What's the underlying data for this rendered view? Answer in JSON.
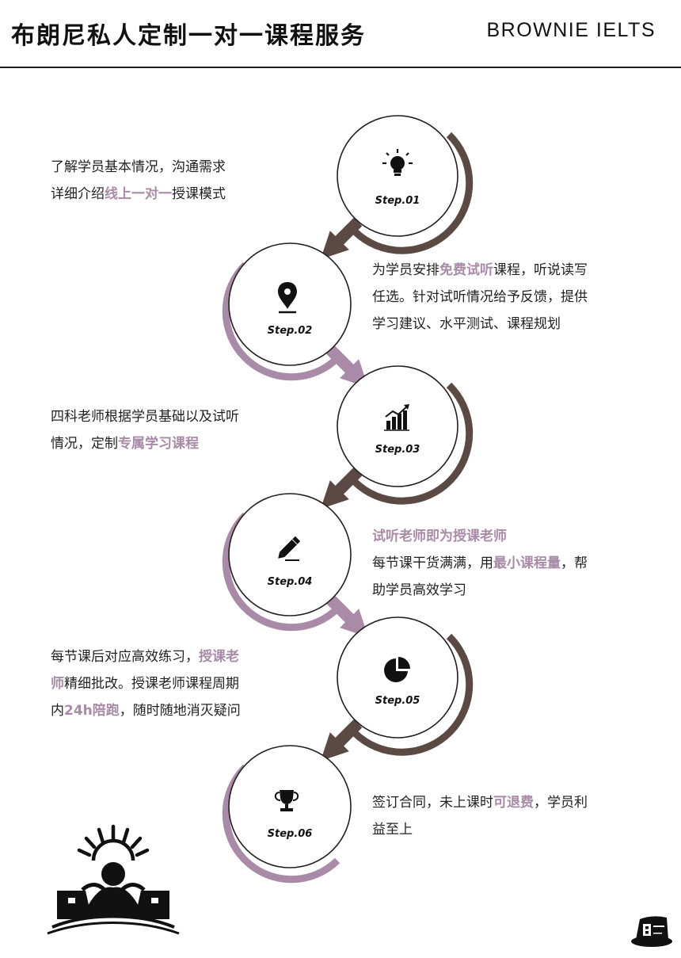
{
  "header": {
    "title": "布朗尼私人定制一对一课程服务",
    "brand": "BROWNIE IELTS"
  },
  "colors": {
    "brown": "#5b4a44",
    "purple": "#a98ba8",
    "text": "#231f20",
    "highlight": "#a98ba8"
  },
  "steps": [
    {
      "label": "Step.01",
      "icon": "lightbulb-icon",
      "text": {
        "line1": "了解学员基本情况，沟通需求",
        "line2_pre": "详细介绍",
        "line2_hl": "线上一对一",
        "line2_post": "授课模式"
      }
    },
    {
      "label": "Step.02",
      "icon": "location-pin-icon",
      "text": {
        "line1_pre": "为学员安排",
        "line1_hl": "免费试听",
        "line1_post": "课程，听说读写",
        "line2": "任选。针对试听情况给予反馈，提供",
        "line3": "学习建议、水平测试、课程规划"
      }
    },
    {
      "label": "Step.03",
      "icon": "growth-chart-icon",
      "text": {
        "line1": "四科老师根据学员基础以及试听",
        "line2_pre": "情况，定制",
        "line2_hl": "专属学习课程"
      }
    },
    {
      "label": "Step.04",
      "icon": "pencil-icon",
      "text": {
        "title": "试听老师即为授课老师",
        "line1_pre": "每节课干货满满，用",
        "line1_hl": "最小课程量",
        "line1_post": "，帮",
        "line2": "助学员高效学习"
      }
    },
    {
      "label": "Step.05",
      "icon": "pie-chart-icon",
      "text": {
        "line1_pre": "每节课后对应高效练习，",
        "line1_hl": "授课老",
        "line2_hl": "师",
        "line2_post": "精细批改。授课老师课程周期",
        "line3_pre": "内",
        "line3_hl": "24h陪跑",
        "line3_post": "，随时随地消灭疑问"
      }
    },
    {
      "label": "Step.06",
      "icon": "trophy-icon",
      "text": {
        "line1_pre": "签订合同，未上课时",
        "line1_hl": "可退费",
        "line1_post": "，学员利",
        "line2": "益至上"
      }
    }
  ]
}
